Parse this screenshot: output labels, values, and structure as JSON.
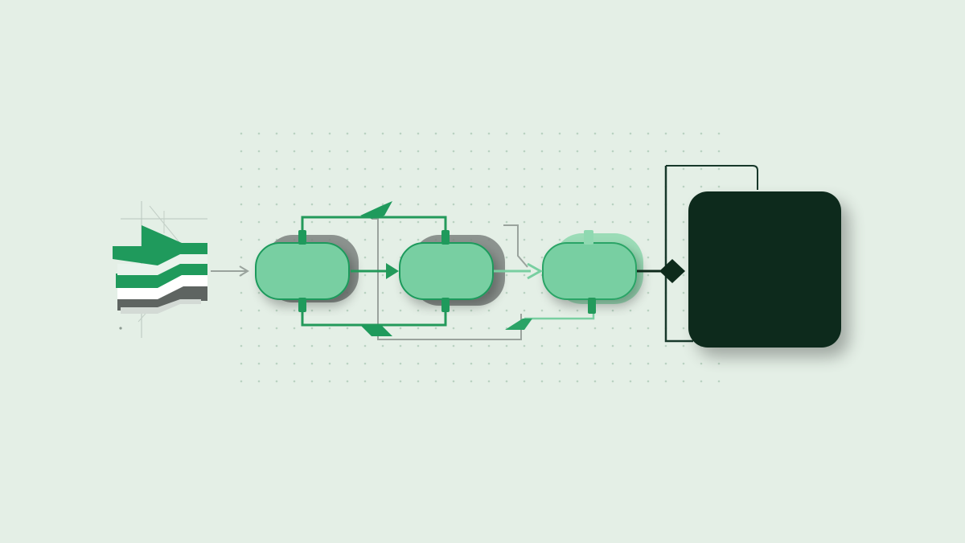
{
  "colors": {
    "background": "#e4efe6",
    "dot_grid": "#b9d2c1",
    "node_fill": "#78cfa2",
    "node_stroke": "#1f9a5c",
    "node_shadow": "#7d837f",
    "connector_green": "#239a5b",
    "connector_light_green": "#79cfa1",
    "connector_gray": "#9aa39d",
    "arrow_dark_green": "#1f9255",
    "diamond_dark": "#0e2a1b",
    "terminal_fill": "#0d2b1b",
    "terminal_outline": "#17382a",
    "source_green": "#1f9a5c",
    "source_light": "#bfe2cc",
    "source_gray": "#5e6461",
    "source_white": "#ffffff"
  },
  "diagram": {
    "source": {
      "name": "layered-source",
      "icon": "stacked-layers-icon"
    },
    "process_nodes": [
      {
        "name": "process-node-1",
        "shape": "rounded-pill"
      },
      {
        "name": "process-node-2",
        "shape": "rounded-pill"
      },
      {
        "name": "process-node-3",
        "shape": "rounded-pill"
      }
    ],
    "decision": {
      "name": "decision-diamond",
      "shape": "diamond"
    },
    "terminal": {
      "name": "terminal-block",
      "shape": "rounded-square"
    },
    "labels": []
  }
}
